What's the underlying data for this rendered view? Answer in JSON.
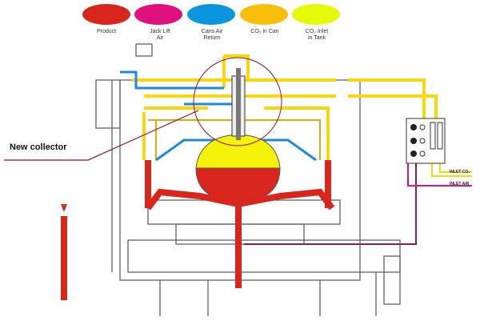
{
  "legend": [
    {
      "label_line1": "Product",
      "label_line2": "",
      "color": "#d9261c"
    },
    {
      "label_line1": "Jack Lift",
      "label_line2": "Air",
      "color": "#e0117f"
    },
    {
      "label_line1": "Cans Air",
      "label_line2": "Return",
      "color": "#0a96dc"
    },
    {
      "label_line1": "CO₂ in Can",
      "label_line2": "",
      "color": "#f7be0a"
    },
    {
      "label_line1": "CO₂ Inlet",
      "label_line2": "in Tank",
      "color": "#e4fa0a"
    }
  ],
  "annotation": {
    "label": "New collector",
    "color": "#a00d1c"
  },
  "panel": {
    "inlet_co2": "INLET CO₂",
    "inlet_air": "INLET AIR"
  }
}
